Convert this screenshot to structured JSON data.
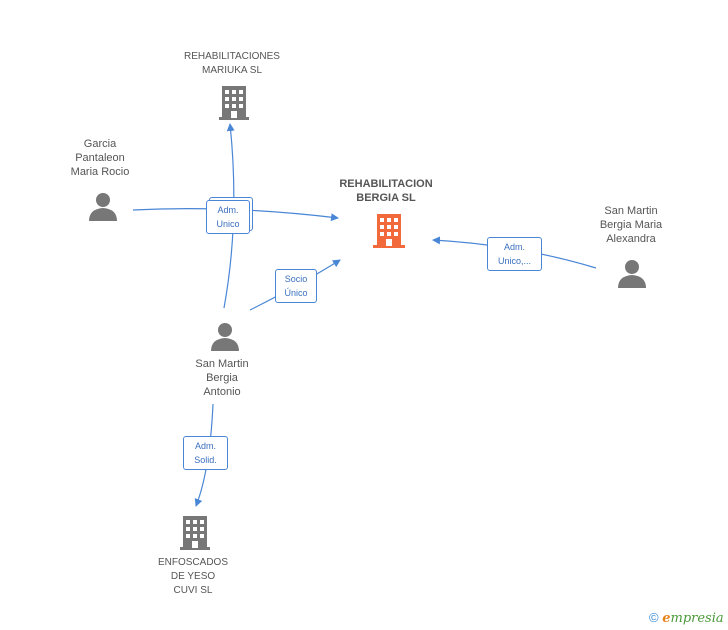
{
  "nodes": {
    "main": {
      "name": "REHABILITACION\nBERGIA SL",
      "color": "#f26a3c"
    },
    "mariuka": {
      "name": "REHABILITACIONES\nMARIUKA SL"
    },
    "enfoscados": {
      "name": "ENFOSCADOS\nDE YESO\nCUVI SL"
    },
    "garcia": {
      "name": "Garcia\nPantaleon\nMaria Rocio"
    },
    "antonio": {
      "name": "San Martin\nBergia\nAntonio"
    },
    "alexandra": {
      "name": "San Martin\nBergia Maria\nAlexandra"
    }
  },
  "relations": {
    "garcia_rel": "Adm.\nUnico",
    "antonio_main": "Socio\nÚnico",
    "alexandra_main": "Adm.\nUnico,...",
    "antonio_enfoscados": "Adm.\nSolid."
  },
  "colors": {
    "edge": "#4a86d6",
    "person": "#777777",
    "company": "#777777",
    "main_company": "#f26a3c"
  },
  "brand": {
    "copyright": "©",
    "e": "e",
    "rest": "mpresia"
  }
}
